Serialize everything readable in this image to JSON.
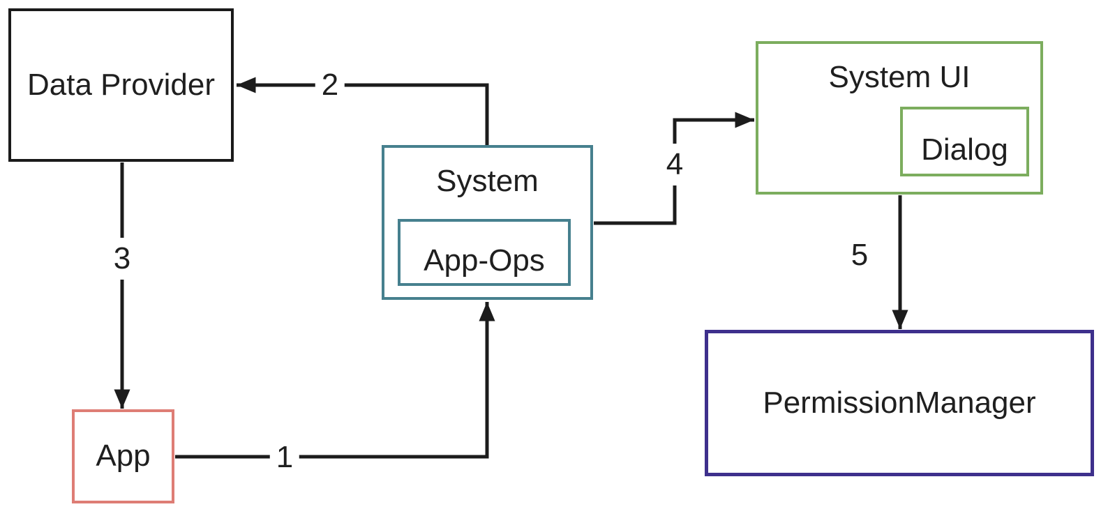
{
  "colors": {
    "line": "#1c1c1c",
    "text": "#1f1f1f",
    "black_border": "#1a1a1a",
    "teal_border": "#46808e",
    "green_border": "#7cad5e",
    "red_border": "#de7d75",
    "purple_border": "#3e308c",
    "background": "#ffffff"
  },
  "nodes": {
    "data_provider": {
      "label": "Data Provider"
    },
    "system": {
      "label": "System"
    },
    "app_ops": {
      "label": "App-Ops"
    },
    "system_ui": {
      "label": "System UI"
    },
    "dialog": {
      "label": "Dialog"
    },
    "permission_manager": {
      "label": "PermissionManager"
    },
    "app": {
      "label": "App"
    }
  },
  "edges": [
    {
      "label": "1",
      "from": "App",
      "to": "System"
    },
    {
      "label": "2",
      "from": "System",
      "to": "Data Provider"
    },
    {
      "label": "3",
      "from": "Data Provider",
      "to": "App"
    },
    {
      "label": "4",
      "from": "System",
      "to": "System UI"
    },
    {
      "label": "5",
      "from": "System UI",
      "to": "PermissionManager"
    }
  ]
}
